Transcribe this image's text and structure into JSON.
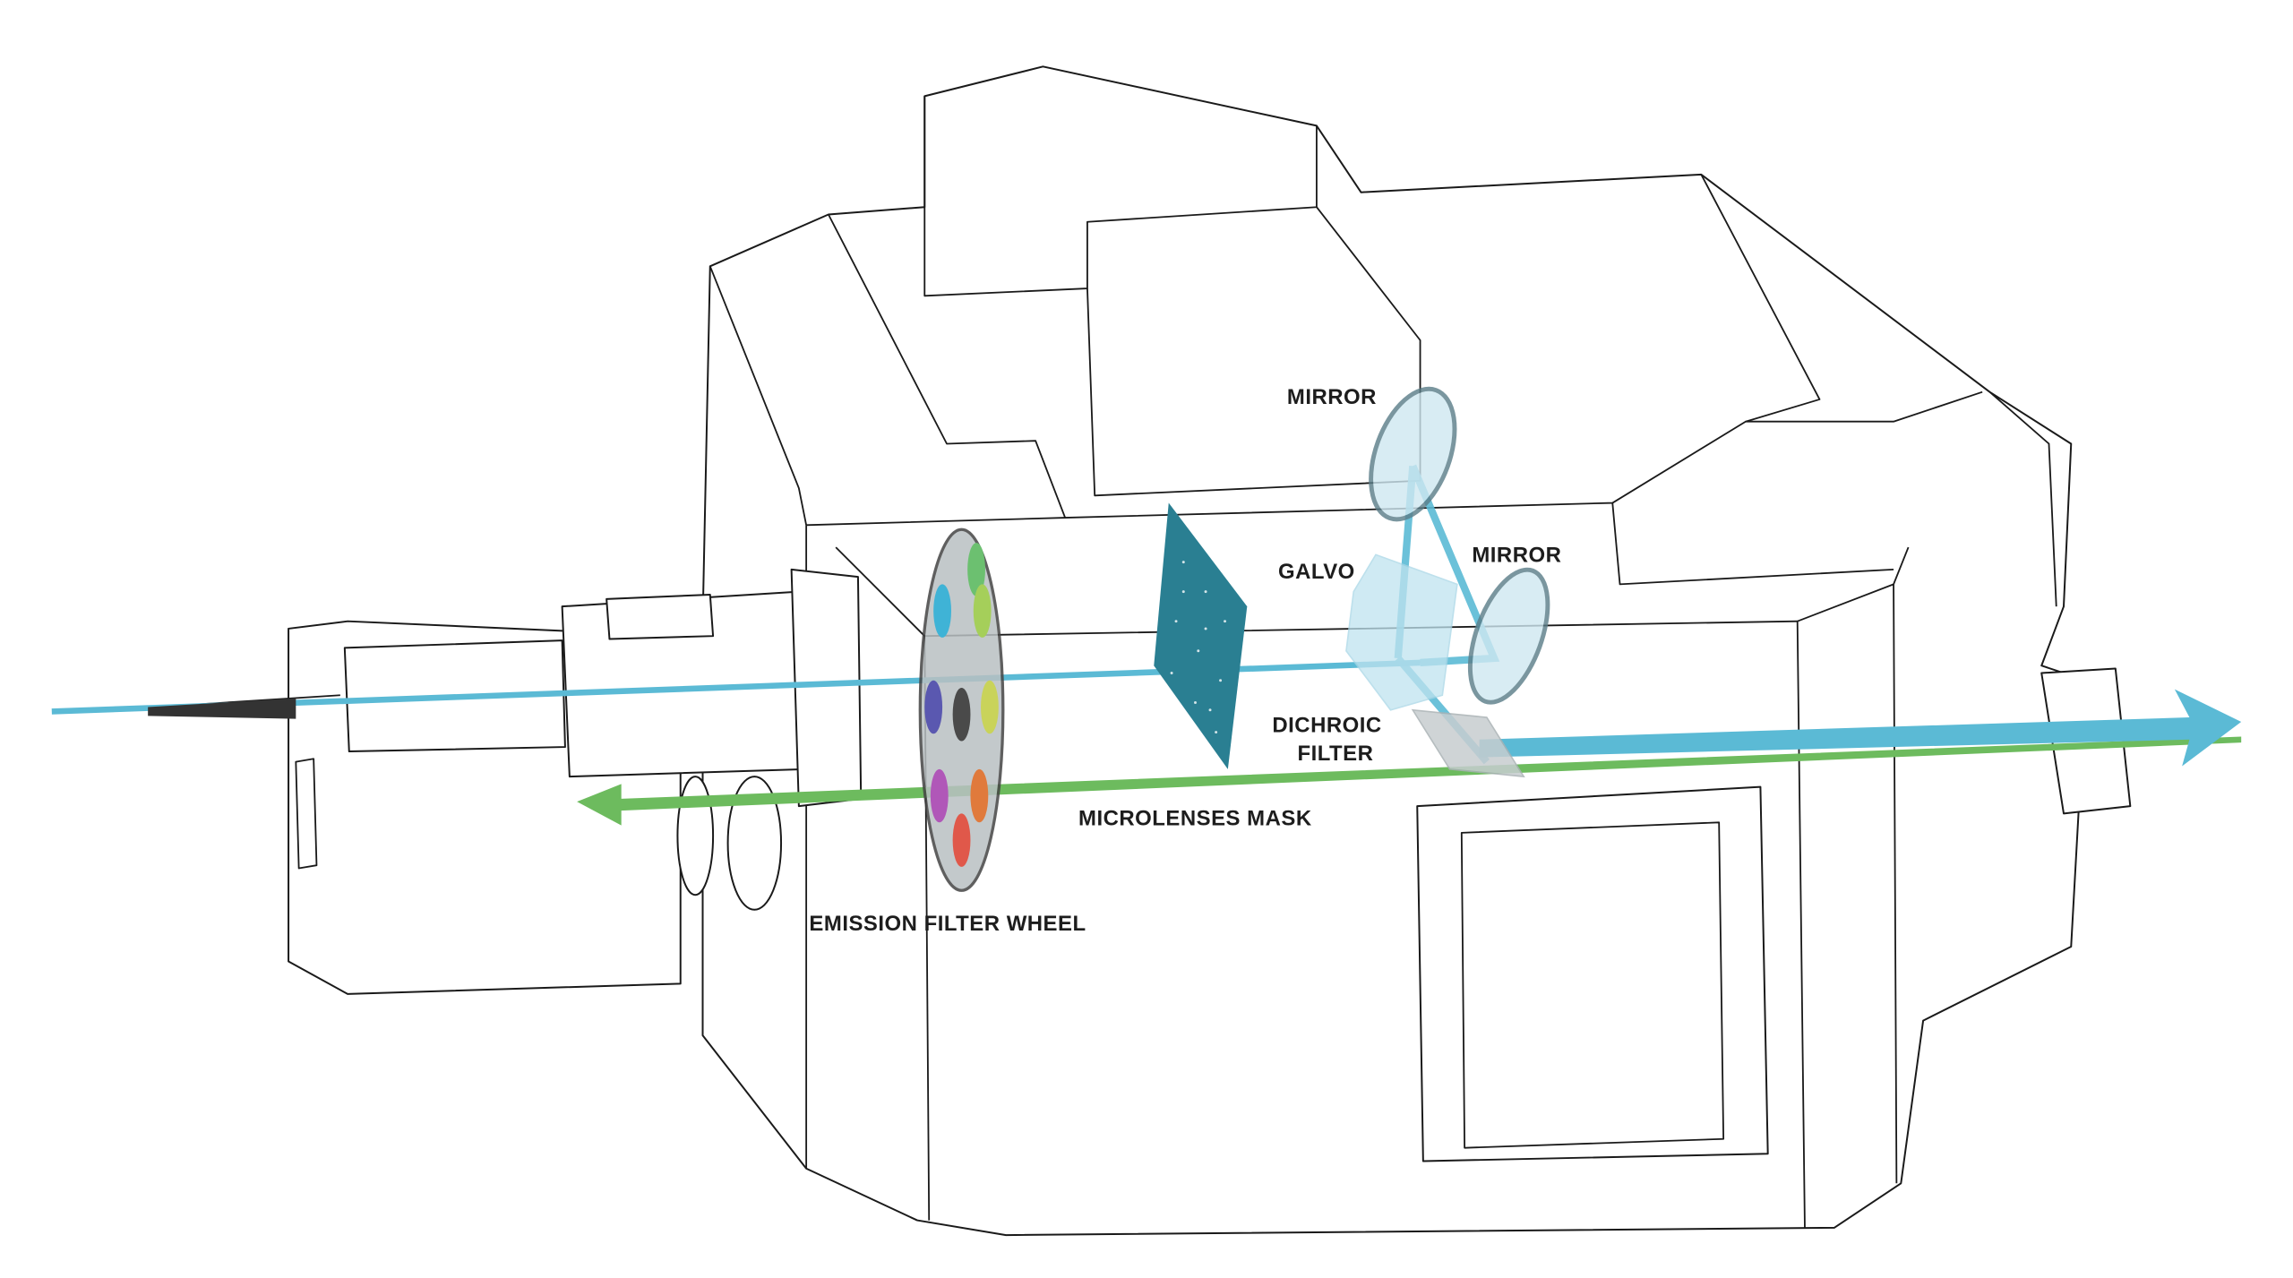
{
  "diagram": {
    "labels": {
      "mirror_top": "MIRROR",
      "mirror_right": "MIRROR",
      "galvo": "GALVO",
      "dichroic_line1": "DICHROIC",
      "dichroic_line2": "FILTER",
      "microlenses_mask": "MICROLENSES MASK",
      "emission_filter_wheel": "EMISSION FILTER WHEEL"
    },
    "colors": {
      "excitation_beam": "#5bbad5",
      "emission_beam": "#6dbb5e",
      "mask": "#2a7f92",
      "filter_wheel": "#b9c0c2"
    },
    "filter_wheel_colors": [
      "#6cc070",
      "#3fb3d6",
      "#a5cf5a",
      "#5a58b0",
      "#4a4a4a",
      "#c9d35a",
      "#b057b8",
      "#e07a3c",
      "#e0584a"
    ]
  }
}
